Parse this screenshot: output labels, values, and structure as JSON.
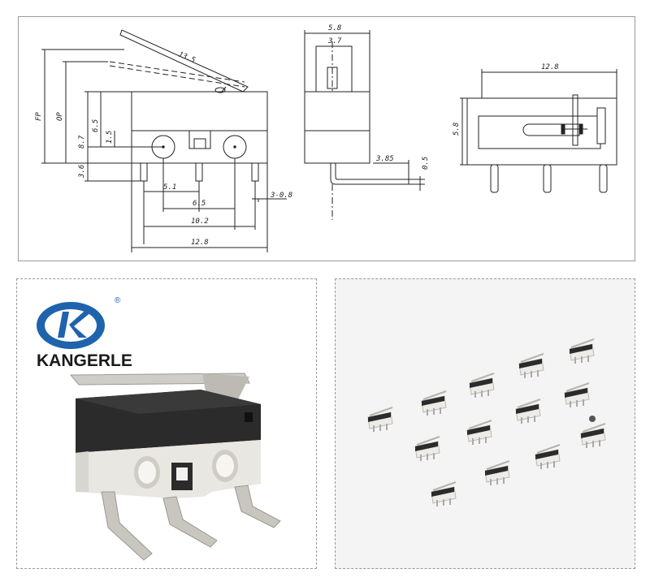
{
  "drawing": {
    "side_view": {
      "labels": {
        "lever_length": "13.5",
        "fp": "FP",
        "op": "OP",
        "height_body": "8.7",
        "height_hole": "6.5",
        "height_small": "1.5",
        "height_pin": "3.6",
        "pin_pitch_1": "5.1",
        "pin_pitch_2": "6.5",
        "hole_span": "10.2",
        "body_length": "12.8",
        "pin_width": "3-0.8"
      }
    },
    "front_view": {
      "labels": {
        "width_total": "5.8",
        "width_inner": "3.7",
        "pin_bend": "3.85",
        "pin_thickness": "0.5"
      }
    },
    "top_view": {
      "labels": {
        "length": "12.8",
        "height": "5.8"
      }
    }
  },
  "brand": {
    "name": "KANGERLE",
    "registered": "®",
    "logo_color": "#1f63ad"
  },
  "colors": {
    "line": "#222222",
    "body_black": "#2b2b2b",
    "body_white": "#e9e7e1",
    "metal": "#c9c6c0"
  }
}
